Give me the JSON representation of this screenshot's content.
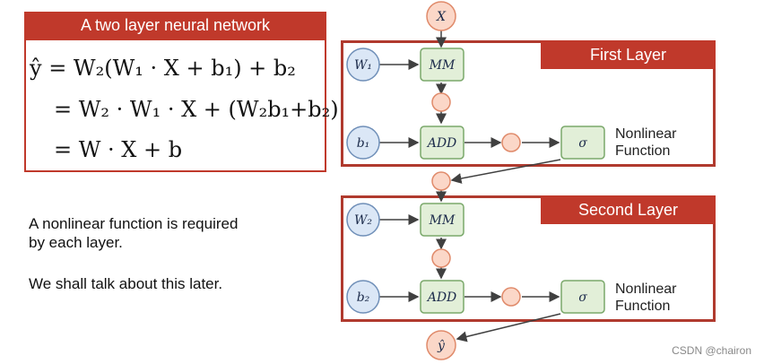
{
  "title": "A two layer neural network",
  "equations": {
    "line1": "ŷ = W₂(W₁ · X + b₁) + b₂",
    "line2": "= W₂ · W₁ · X + (W₂b₁+b₂)",
    "line3": "= W · X + b"
  },
  "notes": {
    "line1": "A nonlinear function is required",
    "line2": "by each layer.",
    "line3": "We shall talk about this later."
  },
  "diagram": {
    "input_node": "X",
    "output_node": "ŷ",
    "layer1": {
      "label": "First Layer",
      "weight": "W₁",
      "bias": "b₁",
      "mm": "MM",
      "add": "ADD",
      "activation": "σ",
      "nonlinear_line1": "Nonlinear",
      "nonlinear_line2": "Function"
    },
    "layer2": {
      "label": "Second Layer",
      "weight": "W₂",
      "bias": "b₂",
      "mm": "MM",
      "add": "ADD",
      "activation": "σ",
      "nonlinear_line1": "Nonlinear",
      "nonlinear_line2": "Function"
    }
  },
  "watermark": "CSDN @chairon",
  "colors": {
    "accent_red": "#c0392b",
    "weight_node_fill": "#dbe7f6",
    "op_node_fill": "#e2efd8",
    "tensor_node_fill": "#fbd7c8"
  }
}
